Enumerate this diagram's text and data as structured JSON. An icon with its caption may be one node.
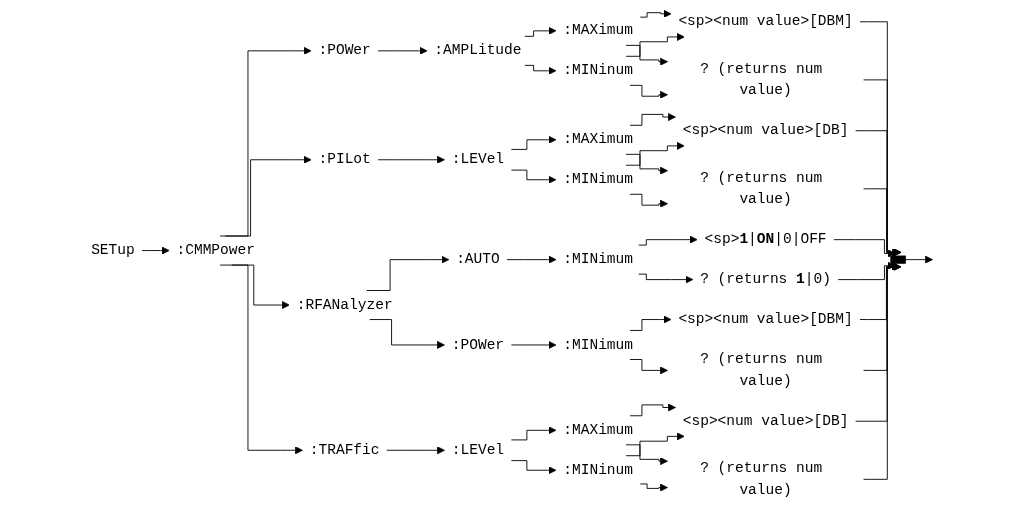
{
  "diagram": {
    "nodes": [
      {
        "text": [
          "SETup"
        ]
      },
      {
        "text": [
          ":CMMPower"
        ]
      },
      {
        "text": [
          ":POWer"
        ]
      },
      {
        "text": [
          ":AMPLitude"
        ]
      },
      {
        "text": [
          ":MAXimum"
        ]
      },
      {
        "text": [
          ":MINinum"
        ]
      },
      {
        "text": [
          "<sp><num value>[DBM]"
        ]
      },
      {
        "text": [
          "? (returns num value)"
        ]
      },
      {
        "text": [
          ":PILot"
        ]
      },
      {
        "text": [
          ":LEVel"
        ]
      },
      {
        "text": [
          ":MAXimum"
        ]
      },
      {
        "text": [
          ":MINimum"
        ]
      },
      {
        "text": [
          "<sp><num value>[DB]"
        ]
      },
      {
        "text": [
          "? (returns num value)"
        ]
      },
      {
        "text": [
          ":RFANalyzer"
        ]
      },
      {
        "text": [
          ":AUTO"
        ]
      },
      {
        "text": [
          ":MINimum"
        ]
      },
      {
        "text": [
          "<sp>**1**|**ON**|0|OFF"
        ]
      },
      {
        "text": [
          "? (returns **1**|0)"
        ]
      },
      {
        "text": [
          ":POWer"
        ]
      },
      {
        "text": [
          ":MINimum"
        ]
      },
      {
        "text": [
          "<sp><num value>[DBM]"
        ]
      },
      {
        "text": [
          "? (returns num value)"
        ]
      },
      {
        "text": [
          ":TRAFfic"
        ]
      },
      {
        "text": [
          ":LEVel"
        ]
      },
      {
        "text": [
          ":MAXimum"
        ]
      },
      {
        "text": [
          ":MINinum"
        ]
      },
      {
        "text": [
          "<sp><num value>[DB]"
        ]
      },
      {
        "text": [
          "? (returns num value)"
        ]
      },
      {
        "text": [],
        "shape": "bar"
      }
    ],
    "edges": [
      {
        "from": 0,
        "to": 1,
        "arrow": "to"
      },
      {
        "from": 1,
        "to": 2,
        "arrow": "to"
      },
      {
        "from": 2,
        "to": 3,
        "arrow": "to"
      },
      {
        "from": 3,
        "to": 4,
        "arrow": "to"
      },
      {
        "from": 3,
        "to": 5,
        "arrow": "to"
      },
      {
        "from": 4,
        "to": 6,
        "arrow": "to"
      },
      {
        "from": 4,
        "to": 7,
        "arrow": "to"
      },
      {
        "from": 5,
        "to": 6,
        "arrow": "to"
      },
      {
        "from": 5,
        "to": 7,
        "arrow": "to"
      },
      {
        "from": 1,
        "to": 8,
        "arrow": "to"
      },
      {
        "from": 8,
        "to": 9,
        "arrow": "to"
      },
      {
        "from": 9,
        "to": 10,
        "arrow": "to"
      },
      {
        "from": 9,
        "to": 11,
        "arrow": "to"
      },
      {
        "from": 10,
        "to": 12,
        "arrow": "to"
      },
      {
        "from": 10,
        "to": 13,
        "arrow": "to"
      },
      {
        "from": 11,
        "to": 12,
        "arrow": "to"
      },
      {
        "from": 11,
        "to": 13,
        "arrow": "to"
      },
      {
        "from": 1,
        "to": 14,
        "arrow": "to"
      },
      {
        "from": 14,
        "to": 15,
        "arrow": "to"
      },
      {
        "from": 14,
        "to": 19,
        "arrow": "to"
      },
      {
        "from": 15,
        "to": 16,
        "arrow": "to"
      },
      {
        "from": 16,
        "to": 17,
        "arrow": "to"
      },
      {
        "from": 16,
        "to": 18,
        "arrow": "to"
      },
      {
        "from": 19,
        "to": 20,
        "arrow": "to"
      },
      {
        "from": 20,
        "to": 21,
        "arrow": "to"
      },
      {
        "from": 20,
        "to": 22,
        "arrow": "to"
      },
      {
        "from": 1,
        "to": 23,
        "arrow": "to"
      },
      {
        "from": 23,
        "to": 24,
        "arrow": "to"
      },
      {
        "from": 24,
        "to": 25,
        "arrow": "to"
      },
      {
        "from": 24,
        "to": 26,
        "arrow": "to"
      },
      {
        "from": 25,
        "to": 27,
        "arrow": "to"
      },
      {
        "from": 25,
        "to": 28,
        "arrow": "to"
      },
      {
        "from": 26,
        "to": 27,
        "arrow": "to"
      },
      {
        "from": 26,
        "to": 28,
        "arrow": "to"
      },
      {
        "from": 6,
        "to": 29,
        "arrow": "to"
      },
      {
        "from": 7,
        "to": 29,
        "arrow": "to"
      },
      {
        "from": 12,
        "to": 29,
        "arrow": "to"
      },
      {
        "from": 13,
        "to": 29,
        "arrow": "to"
      },
      {
        "from": 17,
        "to": 29,
        "arrow": "to"
      },
      {
        "from": 18,
        "to": 29,
        "arrow": "to"
      },
      {
        "from": 21,
        "to": 29,
        "arrow": "to"
      },
      {
        "from": 22,
        "to": 29,
        "arrow": "to"
      },
      {
        "from": 27,
        "to": 29,
        "arrow": "to"
      },
      {
        "from": 28,
        "to": 29,
        "arrow": "to"
      },
      {
        "from": 29,
        "to": null,
        "arrow": "to"
      }
    ]
  }
}
